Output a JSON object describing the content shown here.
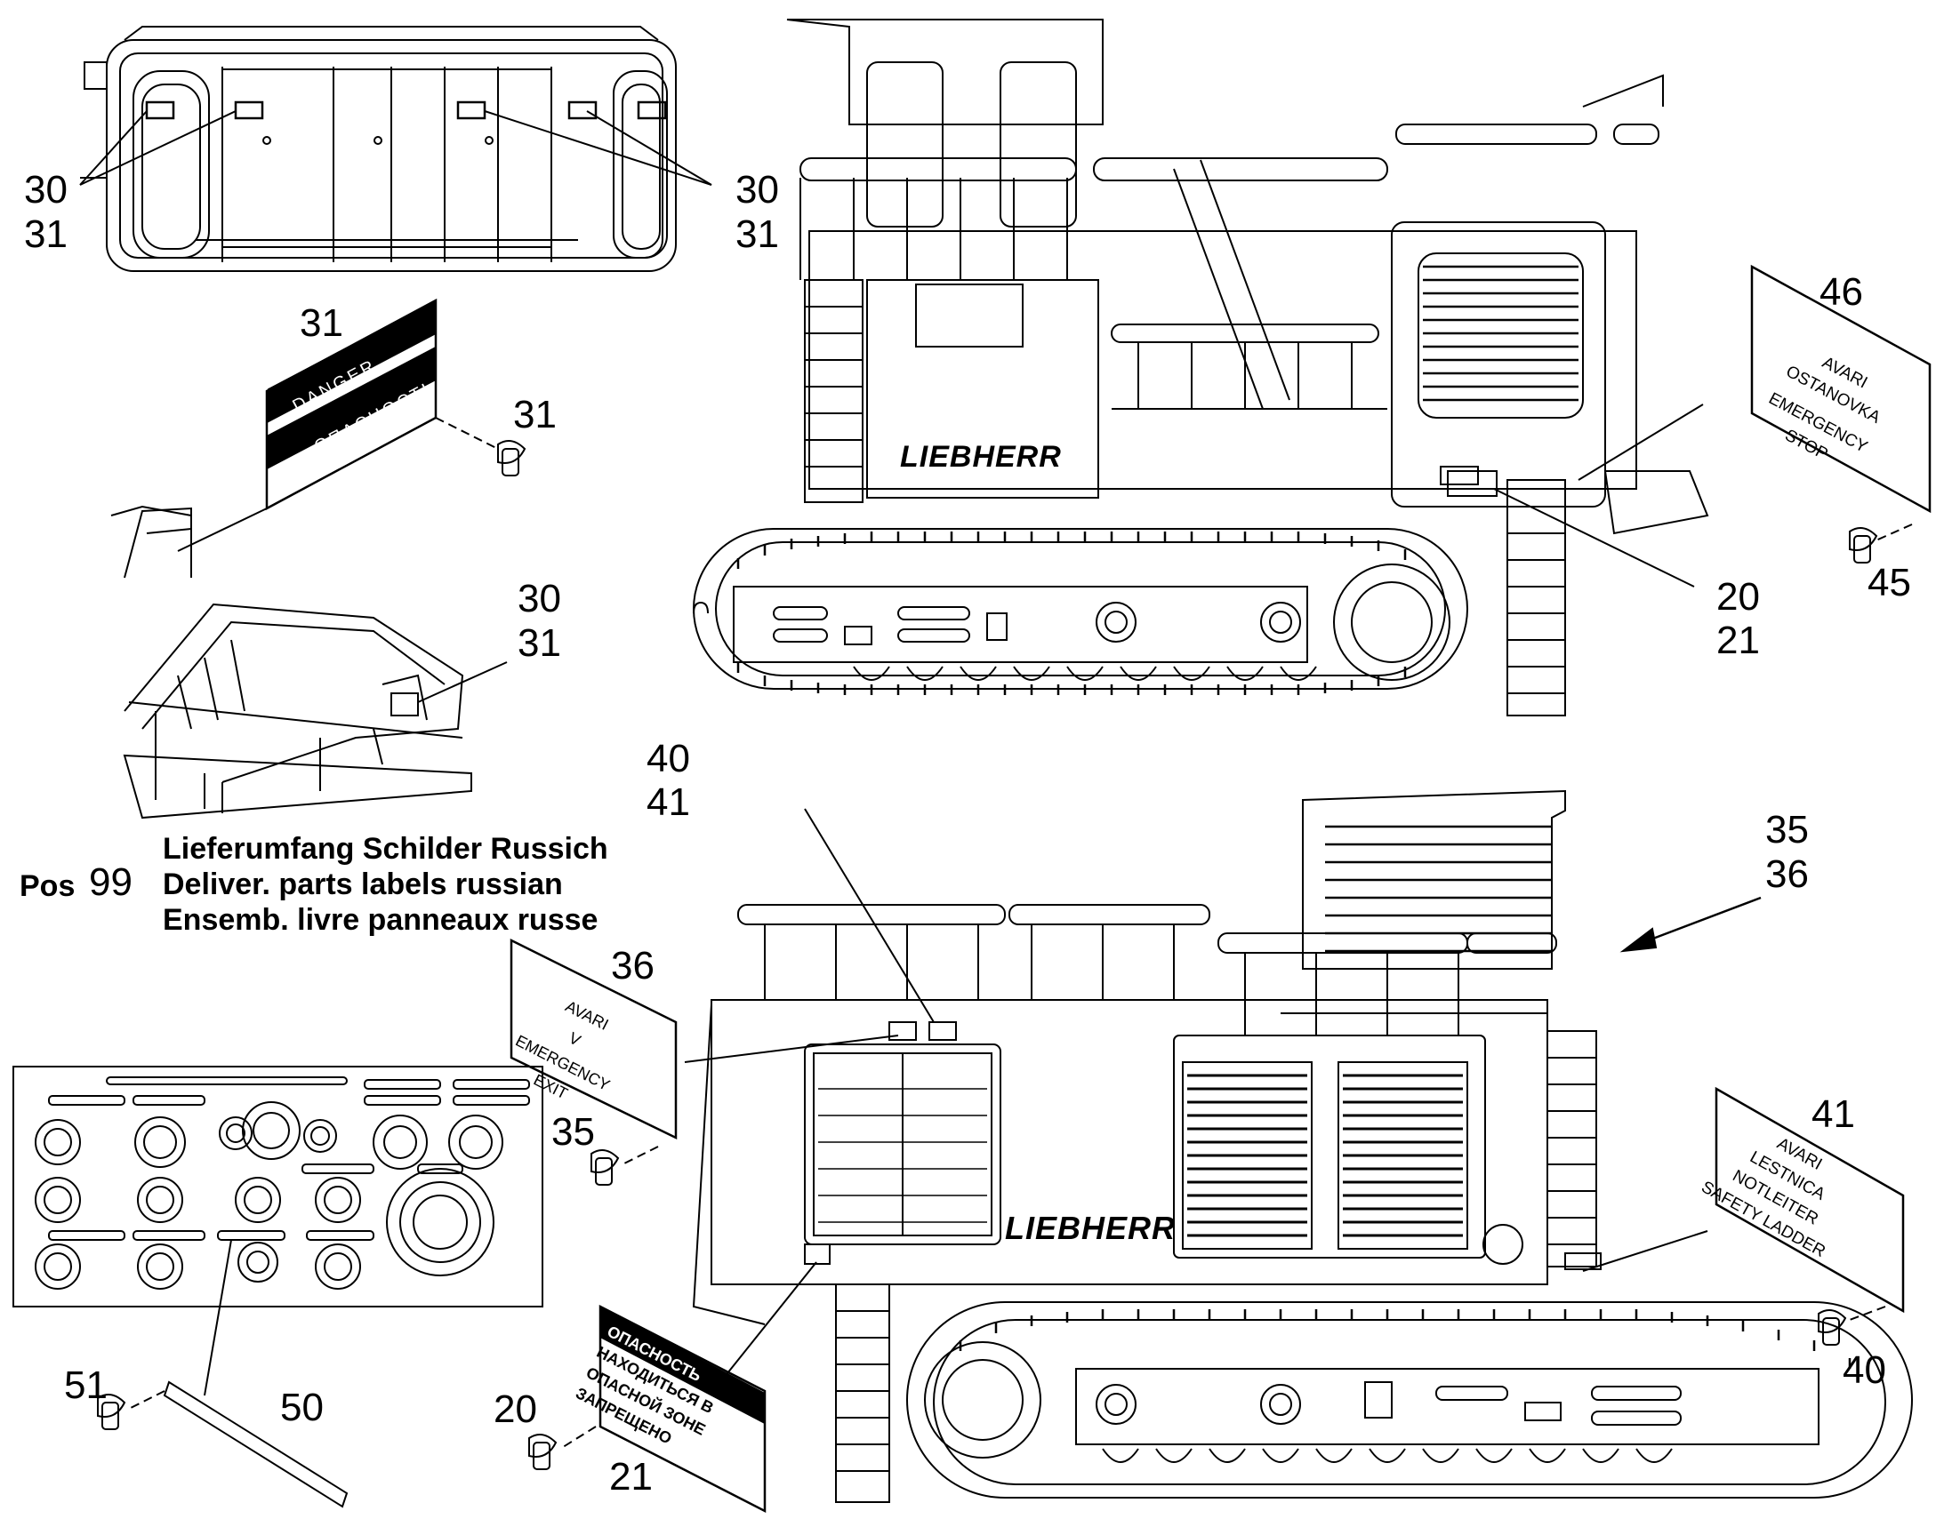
{
  "position": {
    "prefix": "Pos",
    "number": "99"
  },
  "description": [
    "Lieferumfang Schilder Russich",
    "Deliver. parts labels russian",
    "Ensemb. livre panneaux russe"
  ],
  "brand": "LIEBHERR",
  "callouts": {
    "top_left_pair": [
      "30",
      "31"
    ],
    "top_right_pair": [
      "30",
      "31"
    ],
    "danger_sign_num": "31",
    "screw_31": "31",
    "platform_pair": [
      "30",
      "31"
    ],
    "sign_46": "46",
    "screw_45": "45",
    "pair_20_21": [
      "20",
      "21"
    ],
    "pair_40_41": [
      "40",
      "41"
    ],
    "pair_35_36": [
      "35",
      "36"
    ],
    "sign_36": "36",
    "screw_35": "35",
    "sign_41": "41",
    "screw_40": "40",
    "screw_51": "51",
    "strip_50": "50",
    "screw_20": "20",
    "sign_21": "21"
  },
  "signs": {
    "sign_46": [
      "AVARI",
      "OSTANOVKA",
      "EMERGENCY",
      "STOP"
    ],
    "sign_36": [
      "AVARI",
      "V",
      "EMERGENCY EXIT"
    ],
    "sign_41": [
      "AVARI",
      "LESTNICA",
      "NOTLEITER",
      "SAFETY LADDER"
    ],
    "sign_31": [
      "DANGER",
      "ОПАСНОСТЬ"
    ],
    "sign_21": [
      "ОПАСНОСТЬ",
      "НАХОДИТЬСЯ В",
      "ОПАСНОЙ",
      "ЗОНЕ",
      "ЗАПРЕЩЕНО"
    ]
  }
}
